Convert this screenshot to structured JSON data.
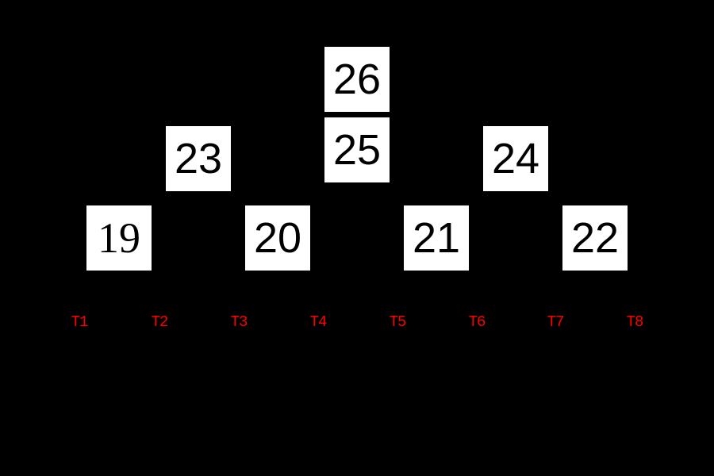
{
  "diagram": {
    "kind": "tournament-tree",
    "colors": {
      "background": "#000000",
      "node_fill": "#ffffff",
      "node_text": "#000000",
      "label_text": "#ff0000"
    },
    "nodes": [
      {
        "id": "root",
        "value": "26",
        "level": "top"
      },
      {
        "id": "final",
        "value": "25",
        "level": "final"
      },
      {
        "id": "semifinal-left",
        "value": "23",
        "level": "semifinal"
      },
      {
        "id": "semifinal-right",
        "value": "24",
        "level": "semifinal"
      },
      {
        "id": "leaf-1",
        "value": "19",
        "level": "leaf"
      },
      {
        "id": "leaf-2",
        "value": "20",
        "level": "leaf"
      },
      {
        "id": "leaf-3",
        "value": "21",
        "level": "leaf"
      },
      {
        "id": "leaf-4",
        "value": "22",
        "level": "leaf"
      }
    ],
    "labels": [
      {
        "text": "T1"
      },
      {
        "text": "T2"
      },
      {
        "text": "T3"
      },
      {
        "text": "T4"
      },
      {
        "text": "T5"
      },
      {
        "text": "T6"
      },
      {
        "text": "T7"
      },
      {
        "text": "T8"
      }
    ]
  }
}
